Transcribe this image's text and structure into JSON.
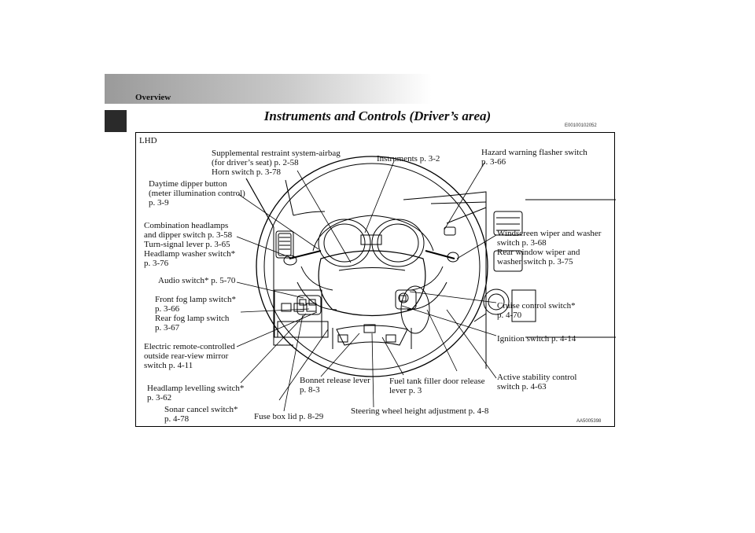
{
  "header": {
    "section": "Overview"
  },
  "page": {
    "title": "Instruments and Controls (Driver’s area)",
    "code": "E00100102052"
  },
  "figure": {
    "variant": "LHD",
    "code": "AA5005398",
    "labels": {
      "srs_airbag": [
        "Supplemental restraint system-airbag",
        "(for driver’s seat) p. 2-58",
        "Horn switch p. 3-78"
      ],
      "instruments": [
        "Instruments p. 3-2"
      ],
      "hazard": [
        "Hazard warning flasher switch",
        "p. 3-66"
      ],
      "daytime_dipper": [
        "Daytime dipper button",
        "(meter illumination control)",
        "p. 3-9"
      ],
      "combination": [
        "Combination headlamps",
        "and dipper switch p. 3-58",
        "Turn-signal lever p. 3-65",
        "Headlamp washer switch*",
        "p. 3-76"
      ],
      "windscreen": [
        "Windscreen wiper and washer",
        "switch p. 3-68",
        "Rear window wiper and",
        "washer switch p. 3-75"
      ],
      "audio": [
        "Audio switch* p. 5-70"
      ],
      "fog": [
        "Front fog lamp switch*",
        "p. 3-66",
        "Rear fog lamp switch",
        "p. 3-67"
      ],
      "cruise": [
        "Cruise control switch*",
        "p. 4-70"
      ],
      "ignition": [
        "Ignition switch p. 4-14"
      ],
      "mirror": [
        "Electric remote-controlled",
        "outside rear-view mirror",
        "switch p. 4-11"
      ],
      "bonnet": [
        "Bonnet release lever",
        "p. 8-3"
      ],
      "fuel": [
        "Fuel tank filler door release",
        "lever p. 3"
      ],
      "asc": [
        "Active stability control",
        "switch p. 4-63"
      ],
      "levelling": [
        "Headlamp levelling switch*",
        "p. 3-62"
      ],
      "sonar": [
        "Sonar cancel switch*",
        "p. 4-78"
      ],
      "fusebox": [
        "Fuse box lid p. 8-29"
      ],
      "steering_height": [
        "Steering wheel height adjustment p. 4-8"
      ]
    }
  }
}
